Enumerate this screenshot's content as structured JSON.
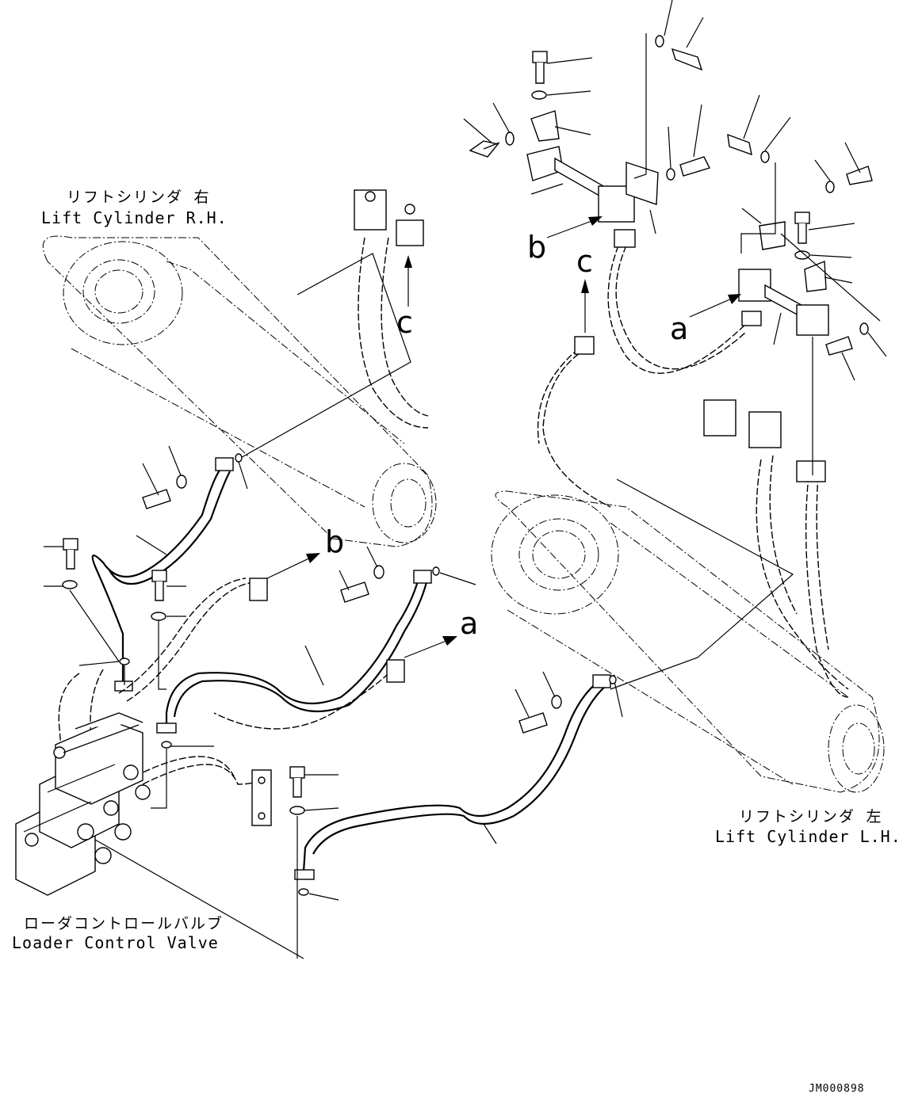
{
  "labels": {
    "lift_cylinder_rh_jp": "リフトシリンダ 右",
    "lift_cylinder_rh_en": "Lift Cylinder R.H.",
    "lift_cylinder_lh_jp": "リフトシリンダ 左",
    "lift_cylinder_lh_en": "Lift Cylinder L.H.",
    "loader_valve_jp": "ローダコントロールバルブ",
    "loader_valve_en": "Loader Control Valve"
  },
  "view_refs": {
    "a1": "a",
    "a2": "a",
    "b1": "b",
    "b2": "b",
    "c1": "c",
    "c2": "c"
  },
  "drawing_code": "JM000898"
}
